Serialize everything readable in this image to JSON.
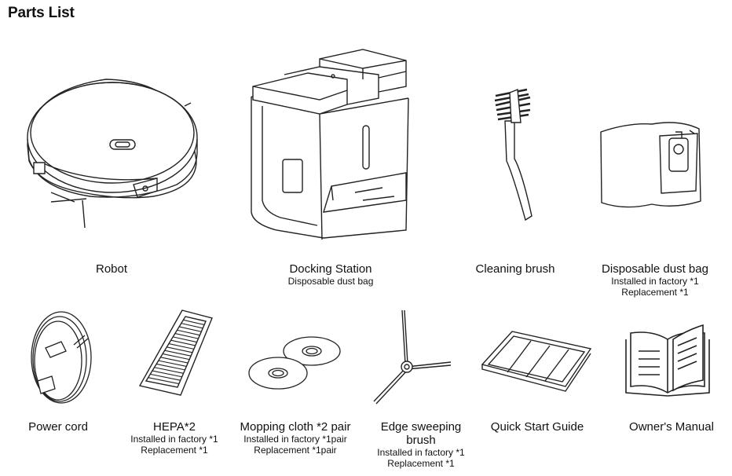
{
  "title": "Parts List",
  "parts": [
    {
      "name": "Robot",
      "icon": "robot-vacuum-icon",
      "notes": []
    },
    {
      "name": "Docking Station",
      "icon": "docking-station-icon",
      "notes": [
        "Disposable dust bag"
      ]
    },
    {
      "name": "Cleaning brush",
      "icon": "cleaning-brush-icon",
      "notes": []
    },
    {
      "name": "Disposable dust bag",
      "icon": "dust-bag-icon",
      "notes": [
        "Installed in factory *1",
        "Replacement *1"
      ]
    },
    {
      "name": "Power cord",
      "icon": "power-cord-icon",
      "notes": []
    },
    {
      "name": "HEPA*2",
      "icon": "hepa-filter-icon",
      "notes": [
        "Installed in factory *1",
        "Replacement *1"
      ]
    },
    {
      "name": "Mopping cloth *2 pair",
      "icon": "mopping-cloth-icon",
      "notes": [
        "Installed in factory *1pair",
        "Replacement *1pair"
      ]
    },
    {
      "name": "Edge sweeping brush",
      "icon": "edge-sweeping-brush-icon",
      "notes": [
        "Installed in factory *1",
        "Replacement *1"
      ]
    },
    {
      "name": "Quick Start Guide",
      "icon": "quick-start-guide-icon",
      "notes": []
    },
    {
      "name": "Owner's Manual",
      "icon": "owners-manual-icon",
      "notes": []
    }
  ]
}
